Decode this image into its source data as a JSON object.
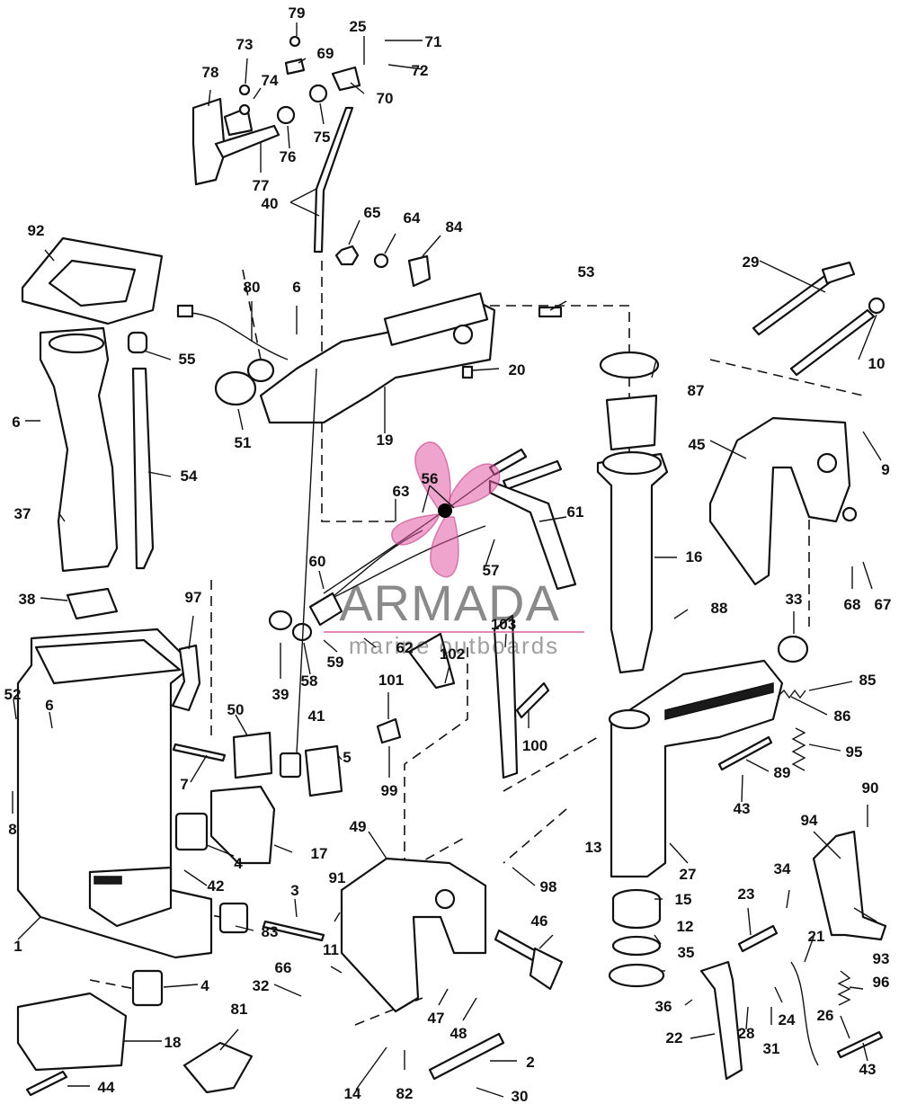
{
  "watermark": {
    "brand": "ARMADA",
    "tagline": "marine outboards",
    "logo_color": "#e05aa3"
  },
  "callouts": [
    "1",
    "2",
    "3",
    "4",
    "4",
    "5",
    "6",
    "6",
    "6",
    "7",
    "8",
    "9",
    "10",
    "11",
    "12",
    "13",
    "14",
    "15",
    "16",
    "17",
    "18",
    "19",
    "20",
    "21",
    "22",
    "23",
    "24",
    "25",
    "26",
    "27",
    "28",
    "29",
    "30",
    "31",
    "32",
    "33",
    "34",
    "35",
    "36",
    "37",
    "38",
    "39",
    "40",
    "41",
    "42",
    "43",
    "43",
    "44",
    "45",
    "46",
    "47",
    "48",
    "49",
    "50",
    "51",
    "52",
    "53",
    "54",
    "55",
    "56",
    "57",
    "58",
    "59",
    "60",
    "61",
    "62",
    "63",
    "64",
    "65",
    "66",
    "67",
    "68",
    "69",
    "70",
    "71",
    "72",
    "73",
    "74",
    "75",
    "76",
    "77",
    "78",
    "79",
    "80",
    "81",
    "82",
    "83",
    "84",
    "85",
    "86",
    "87",
    "88",
    "89",
    "90",
    "91",
    "92",
    "93",
    "94",
    "95",
    "96",
    "97",
    "98",
    "99",
    "100",
    "101",
    "102",
    "103"
  ]
}
